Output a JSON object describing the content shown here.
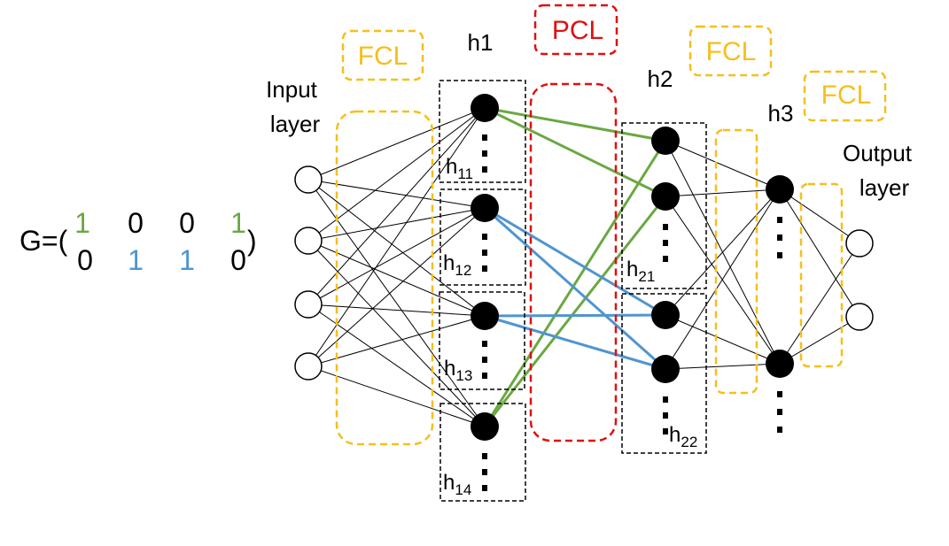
{
  "labels": {
    "input_line1": "Input",
    "input_line2": "layer",
    "output_line1": "Output",
    "output_line2": "layer",
    "h1": "h1",
    "h2": "h2",
    "h3": "h3",
    "fcl": "FCL",
    "pcl": "PCL"
  },
  "group_labels": [
    {
      "main": "h",
      "sub": "11"
    },
    {
      "main": "h",
      "sub": "12"
    },
    {
      "main": "h",
      "sub": "13"
    },
    {
      "main": "h",
      "sub": "14"
    },
    {
      "main": "h",
      "sub": "21"
    },
    {
      "main": "h",
      "sub": "22"
    }
  ],
  "matrix": {
    "prefix": "G=(",
    "suffix": ")",
    "rows": [
      [
        "1",
        "0",
        "0",
        "1"
      ],
      [
        "0",
        "1",
        "1",
        "0"
      ]
    ],
    "highlight": [
      [
        "green",
        "black",
        "black",
        "green"
      ],
      [
        "black",
        "blue",
        "blue",
        "black"
      ]
    ]
  },
  "colors": {
    "fcl_box": "#f5bf1b",
    "pcl_box": "#e01010",
    "green": "#6aa842",
    "blue": "#4f95d0",
    "node": "#000000",
    "group_box": "#000000"
  }
}
